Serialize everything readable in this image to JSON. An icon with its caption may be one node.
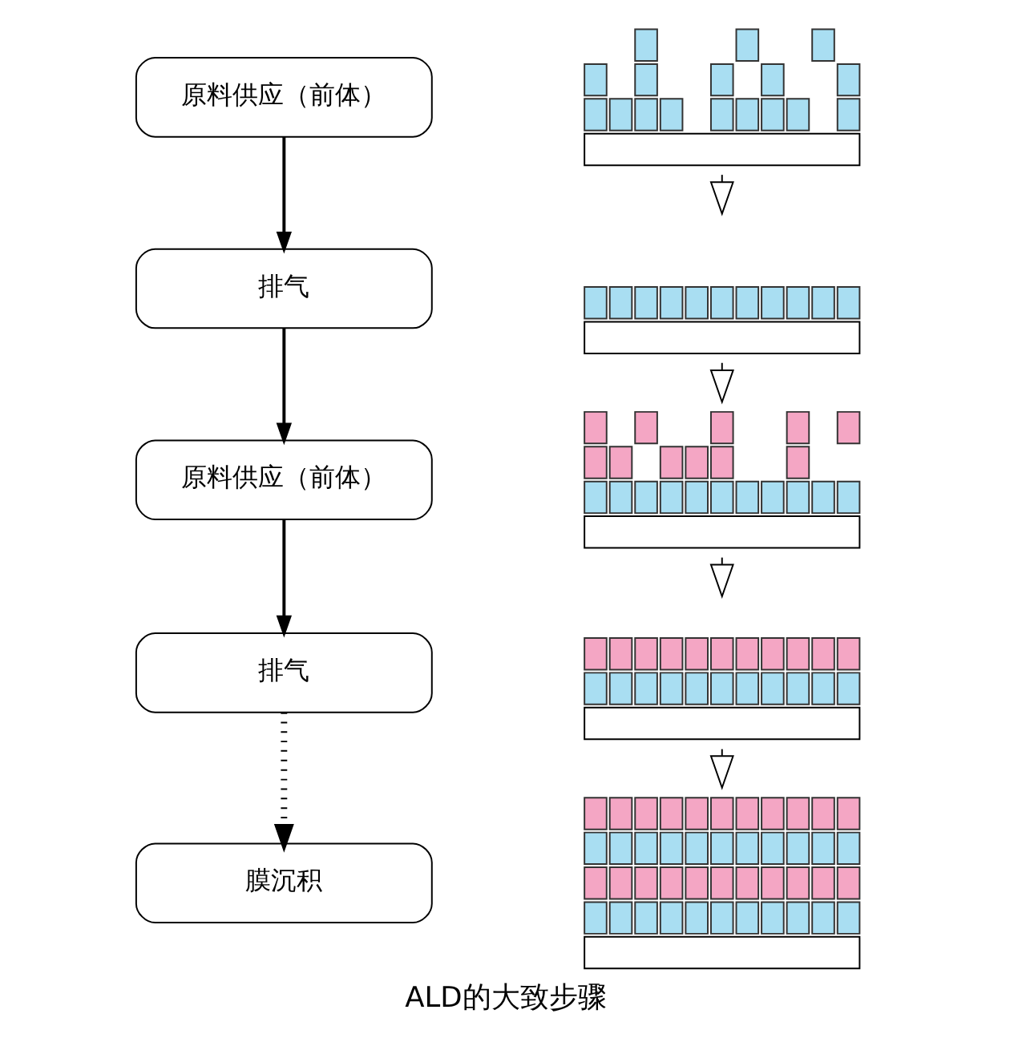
{
  "diagram": {
    "caption": "ALD的大致步骤",
    "nodes": [
      {
        "text": [
          "原料供应（前体）"
        ]
      },
      {
        "text": [
          "排气"
        ]
      },
      {
        "text": [
          "原料供应（前体）"
        ]
      },
      {
        "text": [
          "排气"
        ]
      },
      {
        "text": [
          "膜沉积"
        ]
      },
      {
        "text": [],
        "shape": "picture"
      },
      {
        "text": [],
        "shape": "picture"
      },
      {
        "text": [],
        "shape": "picture"
      },
      {
        "text": [],
        "shape": "picture"
      },
      {
        "text": [],
        "shape": "picture"
      }
    ],
    "edges": [
      {
        "from": 0,
        "to": 1,
        "arrow": "to"
      },
      {
        "from": 1,
        "to": 2,
        "arrow": "to"
      },
      {
        "from": 2,
        "to": 3,
        "arrow": "to"
      },
      {
        "from": 3,
        "to": 4,
        "arrow": "to",
        "style": "dashed"
      },
      {
        "from": 5,
        "to": 6,
        "arrow": "to"
      },
      {
        "from": 6,
        "to": 7,
        "arrow": "to"
      },
      {
        "from": 7,
        "to": 8,
        "arrow": "to"
      },
      {
        "from": 8,
        "to": 9,
        "arrow": "to"
      }
    ]
  }
}
